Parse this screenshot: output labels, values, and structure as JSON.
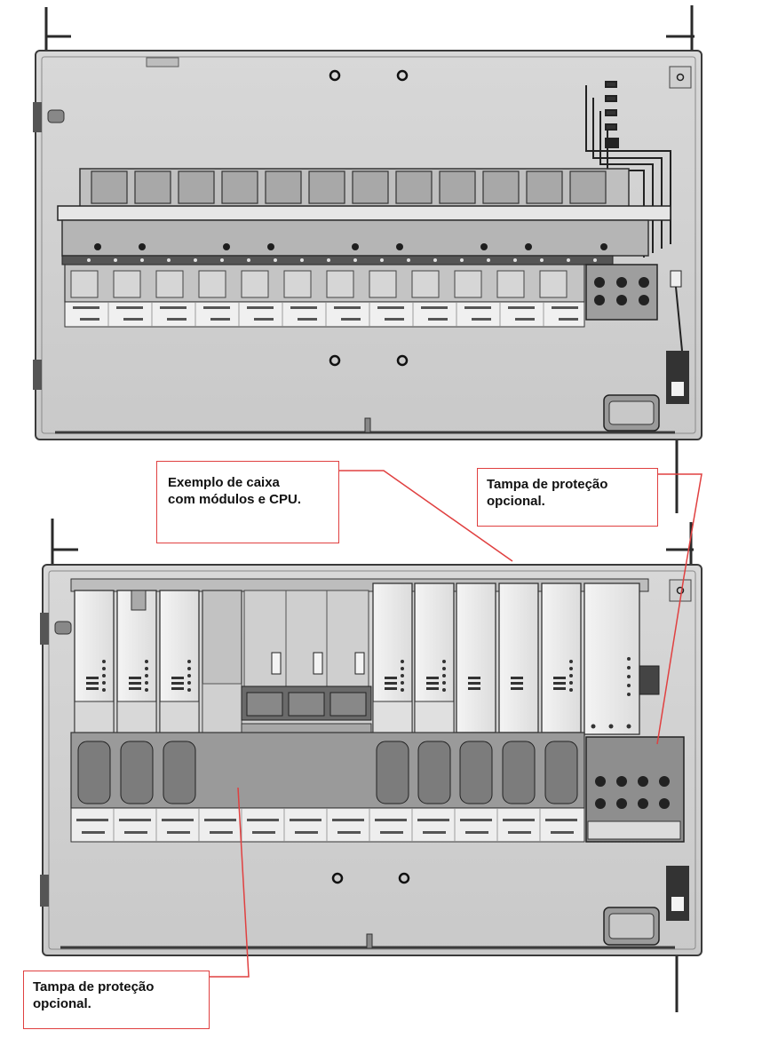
{
  "callouts": {
    "example": {
      "line1": "Exemplo de caixa",
      "line2": "com módulos e CPU."
    },
    "cover_right": {
      "line1": "Tampa de proteção",
      "line2": "opcional."
    },
    "cover_bottom": {
      "line1": "Tampa de proteção",
      "line2": "opcional."
    }
  },
  "colors": {
    "enclosure_fill": "#d3d3d3",
    "enclosure_inner": "#c8c8c8",
    "outline": "#3a3a3a",
    "module_fill": "#ececec",
    "dark_part": "#4a4a4a",
    "leader_line": "#e04040"
  },
  "top_enclosure": {
    "module_slots": 12,
    "description": "Empty enclosure with rails and terminals"
  },
  "bottom_enclosure": {
    "module_slots": 12,
    "cpu_module": true
  }
}
